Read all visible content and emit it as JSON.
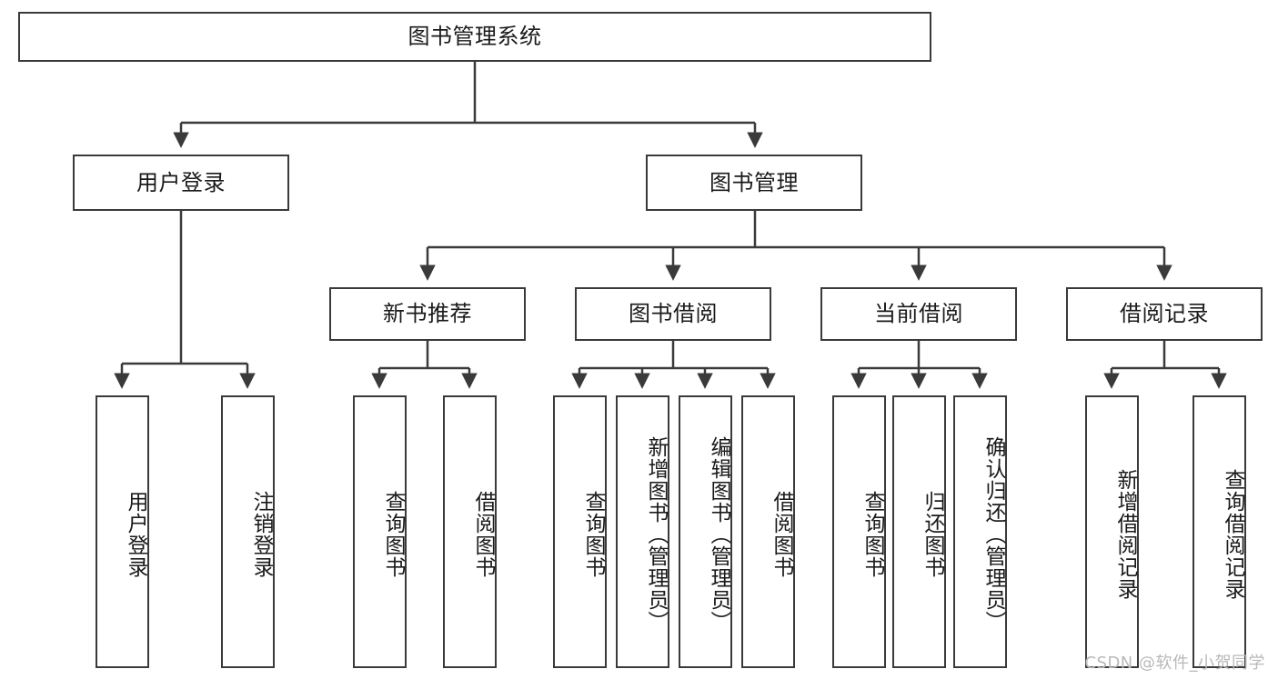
{
  "diagram": {
    "title": "图书管理系统",
    "type": "tree-hierarchy",
    "watermark": "CSDN @软件_小贺同学",
    "colors": {
      "box_border": "#3a3a3a",
      "box_fill": "#ffffff",
      "edge": "#3a3a3a",
      "text": "#1a1a1a",
      "watermark": "#b9b9b9",
      "background": "#ffffff"
    },
    "root": {
      "label": "图书管理系统"
    },
    "level2": [
      {
        "label": "用户登录"
      },
      {
        "label": "图书管理"
      }
    ],
    "level3": [
      {
        "label": "新书推荐"
      },
      {
        "label": "图书借阅"
      },
      {
        "label": "当前借阅"
      },
      {
        "label": "借阅记录"
      }
    ],
    "leaves": {
      "user_login": [
        {
          "label": "用户登录"
        },
        {
          "label": "注销登录"
        }
      ],
      "new_book_recommend": [
        {
          "label": "查询图书"
        },
        {
          "label": "借阅图书"
        }
      ],
      "book_borrow": [
        {
          "label": "查询图书"
        },
        {
          "label": "新增图书（管理员）"
        },
        {
          "label": "编辑图书（管理员）"
        },
        {
          "label": "借阅图书"
        }
      ],
      "current_borrow": [
        {
          "label": "查询图书"
        },
        {
          "label": "归还图书"
        },
        {
          "label": "确认归还（管理员）"
        }
      ],
      "borrow_record": [
        {
          "label": "新增借阅记录"
        },
        {
          "label": "查询借阅记录"
        }
      ]
    }
  }
}
